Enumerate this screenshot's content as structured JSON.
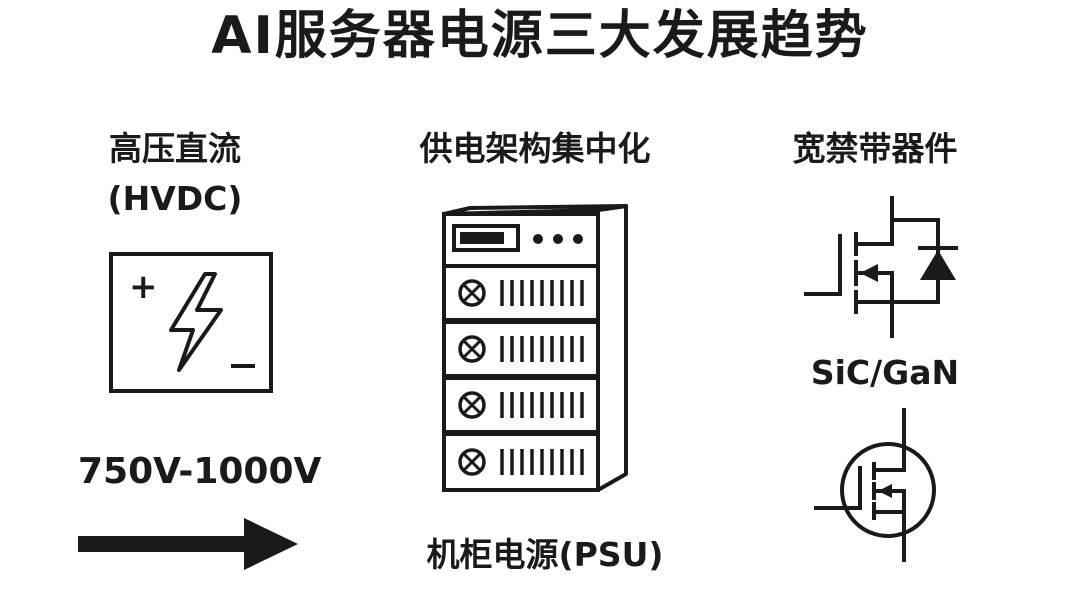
{
  "title": "AI服务器电源三大发展趋势",
  "columns": {
    "hvdc": {
      "heading": "高压直流",
      "subheading": "(HVDC)",
      "voltage_range": "750V-1000V",
      "battery_plus": "+",
      "battery_minus": "−",
      "icon": "lightning-bolt-icon"
    },
    "centralized": {
      "heading": "供电架构集中化",
      "caption": "机柜电源(PSU)",
      "icon": "server-rack-icon"
    },
    "wbg": {
      "heading": "宽禁带器件",
      "caption": "SiC/GaN",
      "icons": [
        "mosfet-diode-symbol-icon",
        "mosfet-circle-symbol-icon"
      ]
    }
  },
  "colors": {
    "ink": "#1a1a1a",
    "background": "#ffffff"
  }
}
